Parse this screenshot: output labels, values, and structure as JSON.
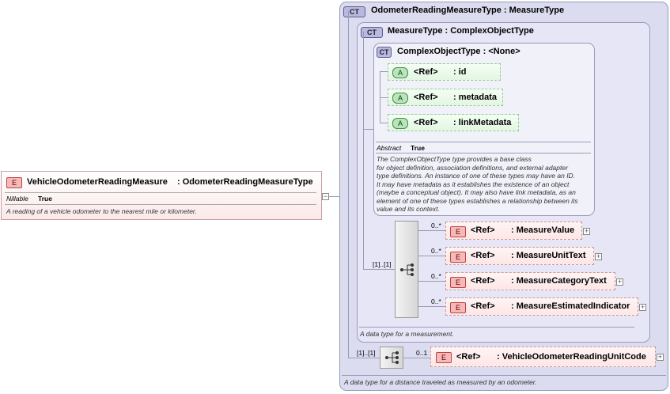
{
  "root_element": {
    "badge": "E",
    "name": "VehicleOdometerReadingMeasure",
    "type": ": OdometerReadingMeasureType",
    "nillable_label": "Nillable",
    "nillable_value": "True",
    "description": "A reading of a vehicle odometer to the nearest mile or kilometer."
  },
  "odometer_type": {
    "badge": "CT",
    "title": "OdometerReadingMeasureType : MeasureType",
    "description": "A data type for a distance traveled as measured by an odometer."
  },
  "measure_type": {
    "badge": "CT",
    "title": "MeasureType : ComplexObjectType",
    "description": "A data type for a measurement."
  },
  "complex_object_type": {
    "badge": "CT",
    "title": "ComplexObjectType : <None>",
    "abstract_label": "Abstract",
    "abstract_value": "True",
    "description_lines": [
      "The ComplexObjectType type provides a base class",
      "for object definition, association definitions, and external adapter",
      "type definitions. An instance of one of these types may have an ID.",
      "It may have metadata as it establishes the existence of an object",
      "(maybe a conceptual object). It may also have link metadata, as an",
      "element of one of these types establishes a relationship between its",
      "value and its context."
    ],
    "attributes": [
      {
        "badge": "A",
        "ref": "<Ref>",
        "name": ": id"
      },
      {
        "badge": "A",
        "ref": "<Ref>",
        "name": ": metadata"
      },
      {
        "badge": "A",
        "ref": "<Ref>",
        "name": ": linkMetadata"
      }
    ]
  },
  "measure_sequence": {
    "cardinality": "[1]..[1]",
    "elements": [
      {
        "badge": "E",
        "card": "0..*",
        "ref": "<Ref>",
        "name": ": MeasureValue"
      },
      {
        "badge": "E",
        "card": "0..*",
        "ref": "<Ref>",
        "name": ": MeasureUnitText"
      },
      {
        "badge": "E",
        "card": "0..*",
        "ref": "<Ref>",
        "name": ": MeasureCategoryText"
      },
      {
        "badge": "E",
        "card": "0..*",
        "ref": "<Ref>",
        "name": ": MeasureEstimatedIndicator"
      }
    ]
  },
  "odometer_sequence": {
    "cardinality": "[1]..[1]",
    "element": {
      "badge": "E",
      "card": "0..1",
      "ref": "<Ref>",
      "name": ": VehicleOdometerReadingUnitCode"
    }
  }
}
